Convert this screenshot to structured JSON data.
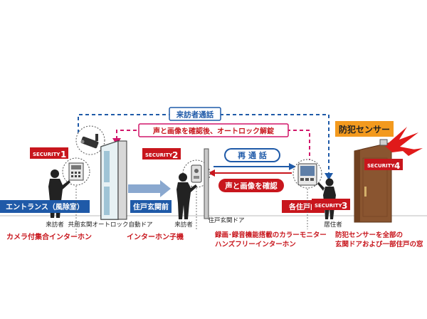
{
  "top_flow": {
    "visitor_call": "来訪者通話",
    "confirm_unlock": "声と画像を確認後、オートロック解錠",
    "recall": "再 通 話",
    "confirm": "声と画像を確認"
  },
  "security_labels": {
    "s1": "SECURITY",
    "s1_num": "1",
    "s2": "SECURITY",
    "s2_num": "2",
    "s3": "SECURITY",
    "s3_num": "3",
    "s4": "SECURITY",
    "s4_num": "4"
  },
  "zones": {
    "entrance": "エントランス（風除室）",
    "unit_front": "住戸玄関前",
    "unit_inside": "各住戸内"
  },
  "people": {
    "visitor1": "来訪者",
    "visitor2": "来訪者",
    "resident": "居住者"
  },
  "doors": {
    "common_door": "共用玄関オートロック自動ドア",
    "unit_door": "住戸玄関ドア"
  },
  "captions": {
    "camera_intercom": "カメラ付集合インターホン",
    "intercom_handset": "インターホン子機",
    "monitor_line1": "録画･録音機能搭載のカラーモニター",
    "monitor_line2": "ハンズフリーインターホン",
    "sensor_line1": "防犯センサーを全部の",
    "sensor_line2": "玄関ドアおよび一部住戸の窓"
  },
  "sensor": {
    "title": "防犯センサー"
  },
  "colors": {
    "blue": "#1f5aa8",
    "red": "#c8161d",
    "magenta": "#d1166a",
    "door_brown": "#8a5530",
    "sensor_orange": "#f39a1e"
  }
}
